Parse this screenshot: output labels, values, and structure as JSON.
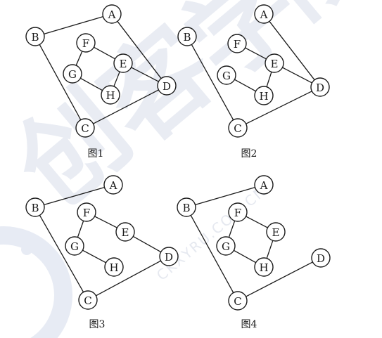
{
  "watermark": {
    "chars": [
      "创",
      "客",
      "学",
      "院"
    ],
    "site": "CKXYRU.COM.CN",
    "color": "#e9ecf3"
  },
  "figures": [
    {
      "caption": "图1",
      "edges": [
        [
          "B",
          "A"
        ],
        [
          "A",
          "D"
        ],
        [
          "B",
          "C"
        ],
        [
          "C",
          "D"
        ],
        [
          "F",
          "E"
        ],
        [
          "E",
          "D"
        ],
        [
          "F",
          "G"
        ],
        [
          "G",
          "H"
        ],
        [
          "H",
          "E"
        ]
      ]
    },
    {
      "caption": "图2",
      "edges": [
        [
          "A",
          "D"
        ],
        [
          "B",
          "C"
        ],
        [
          "C",
          "D"
        ],
        [
          "F",
          "E"
        ],
        [
          "E",
          "D"
        ],
        [
          "G",
          "H"
        ],
        [
          "H",
          "E"
        ]
      ]
    },
    {
      "caption": "图3",
      "edges": [
        [
          "B",
          "A"
        ],
        [
          "B",
          "C"
        ],
        [
          "C",
          "D"
        ],
        [
          "F",
          "E"
        ],
        [
          "E",
          "D"
        ],
        [
          "F",
          "G"
        ],
        [
          "G",
          "H"
        ]
      ]
    },
    {
      "caption": "图4",
      "edges": [
        [
          "B",
          "A"
        ],
        [
          "B",
          "C"
        ],
        [
          "C",
          "D"
        ],
        [
          "F",
          "E"
        ],
        [
          "F",
          "G"
        ],
        [
          "G",
          "H"
        ],
        [
          "H",
          "E"
        ]
      ]
    }
  ]
}
